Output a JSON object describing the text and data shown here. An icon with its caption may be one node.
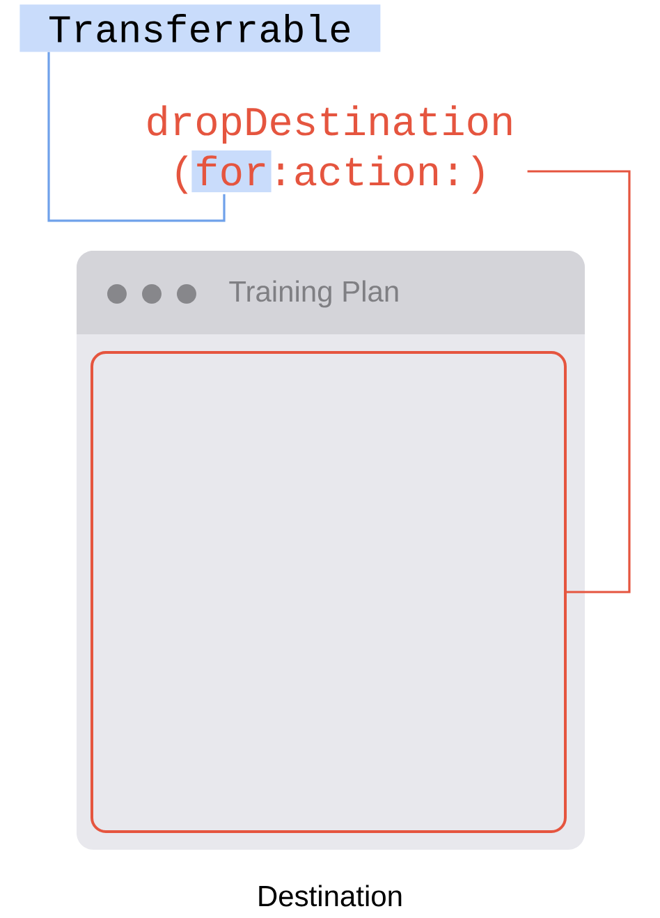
{
  "diagram": {
    "nodes": [
      {
        "text": [
          "Transferrable"
        ]
      },
      {
        "text": [
          "dropDestination (for:action:)"
        ]
      },
      {
        "text": [
          "Training Plan"
        ],
        "beside": [
          "Destination"
        ]
      },
      {
        "text": [],
        "shape": "box",
        "in": 2
      }
    ],
    "edges": [
      {
        "from": 0,
        "to": 1,
        "arrow": "none",
        "color": "#6fa1ea"
      },
      {
        "from": 1,
        "to": 3,
        "arrow": "none",
        "color": "#e5553f"
      }
    ]
  }
}
